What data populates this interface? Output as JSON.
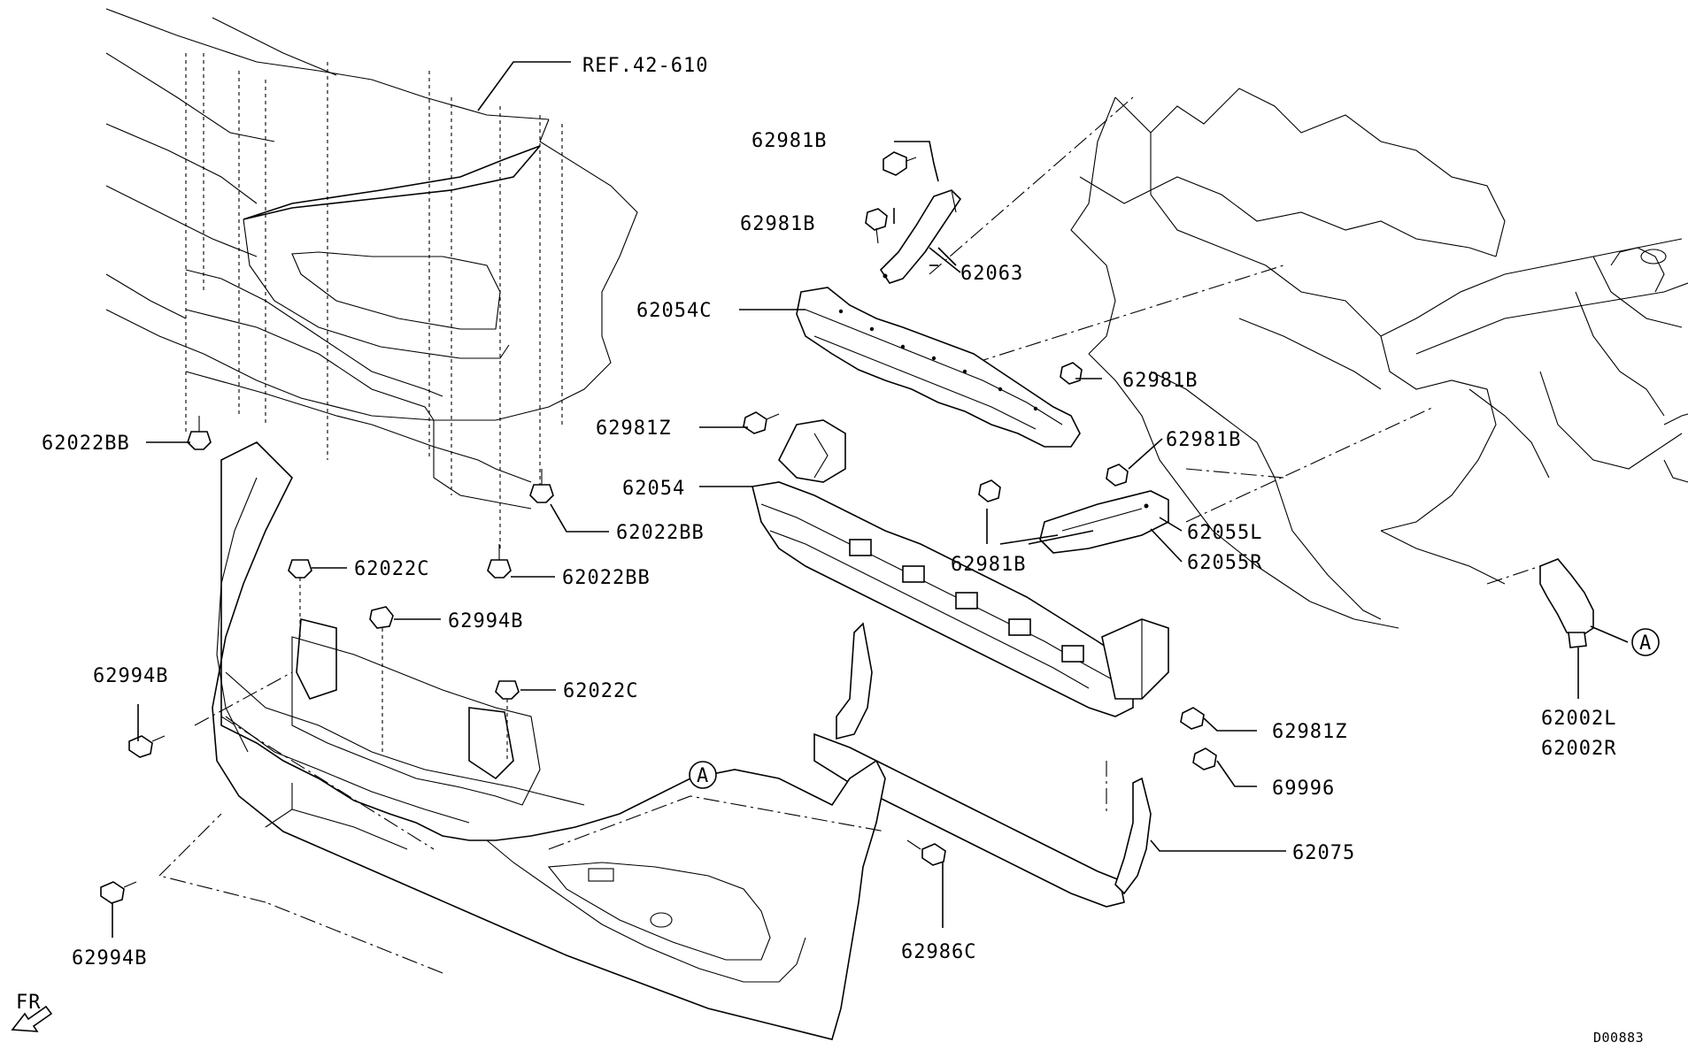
{
  "diagram": {
    "labels": {
      "ref_42_610": "REF.42-610",
      "p62981B_a": "62981B",
      "p62981B_b": "62981B",
      "p62063": "62063",
      "p62054C": "62054C",
      "p62981B_c": "62981B",
      "p62981Z_a": "62981Z",
      "p62981B_d": "62981B",
      "p62054": "62054",
      "p62055L": "62055L",
      "p62055R": "62055R",
      "p62981B_e": "62981B",
      "p62022BB_a": "62022BB",
      "p62022BB_b": "62022BB",
      "p62022BB_c": "62022BB",
      "p62022C_a": "62022C",
      "p62994B_a": "62994B",
      "p62022C_b": "62022C",
      "p62994B_b": "62994B",
      "p62994B_c": "62994B",
      "p62981Z_b": "62981Z",
      "p69996": "69996",
      "p62075": "62075",
      "p62986C": "62986C",
      "p62002L": "62002L",
      "p62002R": "62002R",
      "ref_A_1": "A",
      "ref_A_2": "A",
      "front_marker": "FR",
      "drawing_id": "D00883"
    }
  }
}
